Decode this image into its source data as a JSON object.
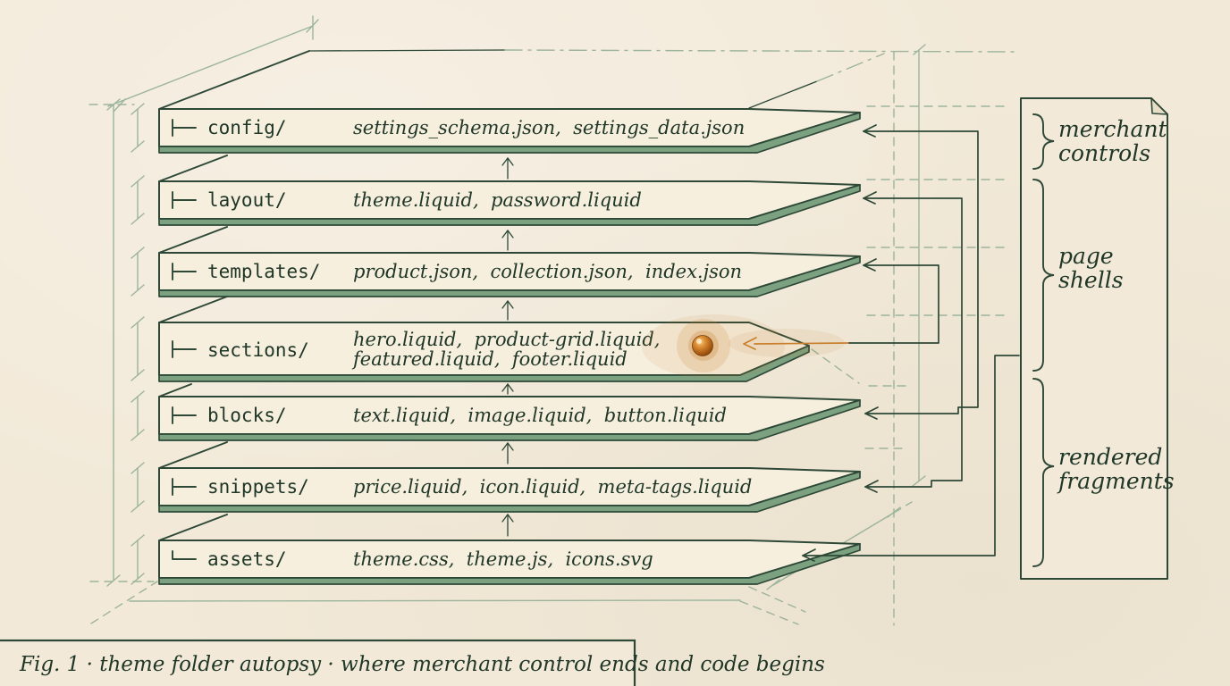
{
  "figure_caption": "Fig. 1 · theme folder autopsy · where merchant control ends and code begins",
  "layers": [
    {
      "folder": "config/",
      "files": [
        "settings_schema.json,  settings_data.json"
      ]
    },
    {
      "folder": "layout/",
      "files": [
        "theme.liquid,  password.liquid"
      ]
    },
    {
      "folder": "templates/",
      "files": [
        "product.json,  collection.json,  index.json"
      ]
    },
    {
      "folder": "sections/",
      "files": [
        "hero.liquid,  product-grid.liquid,",
        "featured.liquid,  footer.liquid"
      ]
    },
    {
      "folder": "blocks/",
      "files": [
        "text.liquid,  image.liquid,  button.liquid"
      ]
    },
    {
      "folder": "snippets/",
      "files": [
        "price.liquid,  icon.liquid,  meta-tags.liquid"
      ]
    },
    {
      "folder": "assets/",
      "files": [
        "theme.css,  theme.js,  icons.svg"
      ]
    }
  ],
  "note_groups": [
    {
      "line1": "merchant",
      "line2": "controls"
    },
    {
      "line1": "page",
      "line2": "shells"
    },
    {
      "line1": "rendered",
      "line2": "fragments"
    }
  ],
  "colors": {
    "ink": "#2d4836",
    "band": "#7ba181",
    "construction": "#9cb49c",
    "orange": "#c9802e",
    "paper": "#f2e9d8",
    "face": "#f6efde",
    "text": "#203728"
  }
}
